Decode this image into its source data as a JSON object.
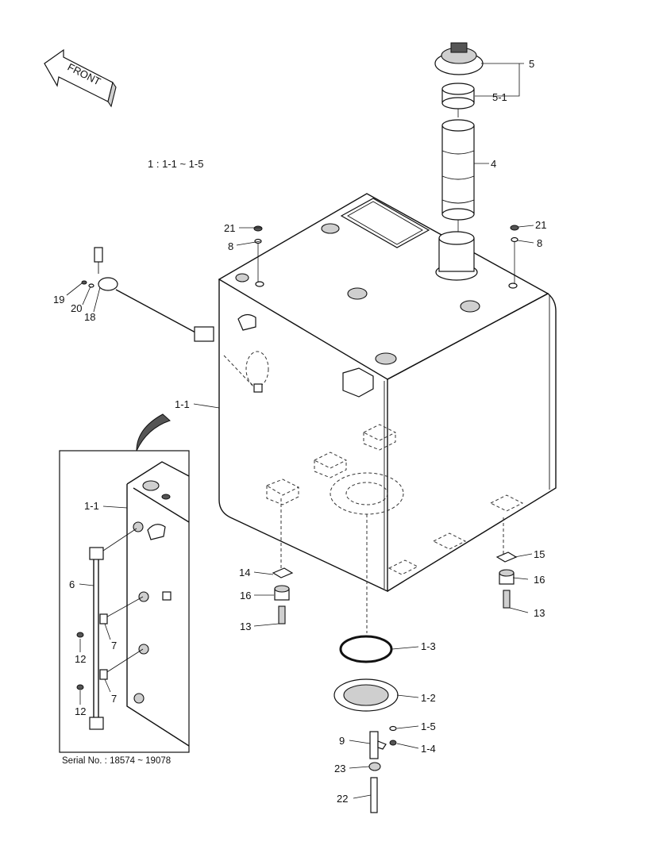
{
  "front_arrow": {
    "label": "FRONT"
  },
  "range_note": "1 : 1-1 ~ 1-5",
  "serial_note": "Serial No. : 18574 ~ 19078",
  "callouts": [
    {
      "id": "c-5",
      "text": "5"
    },
    {
      "id": "c-5-1",
      "text": "5-1"
    },
    {
      "id": "c-4",
      "text": "4"
    },
    {
      "id": "c-21-left",
      "text": "21"
    },
    {
      "id": "c-8-left",
      "text": "8"
    },
    {
      "id": "c-21-right",
      "text": "21"
    },
    {
      "id": "c-8-right",
      "text": "8"
    },
    {
      "id": "c-19",
      "text": "19"
    },
    {
      "id": "c-20",
      "text": "20"
    },
    {
      "id": "c-18",
      "text": "18"
    },
    {
      "id": "c-1-1-main",
      "text": "1-1"
    },
    {
      "id": "c-1-1-inset",
      "text": "1-1"
    },
    {
      "id": "c-6",
      "text": "6"
    },
    {
      "id": "c-7-upper",
      "text": "7"
    },
    {
      "id": "c-12-upper",
      "text": "12"
    },
    {
      "id": "c-7-lower",
      "text": "7"
    },
    {
      "id": "c-12-lower",
      "text": "12"
    },
    {
      "id": "c-14",
      "text": "14"
    },
    {
      "id": "c-16-left",
      "text": "16"
    },
    {
      "id": "c-13-left",
      "text": "13"
    },
    {
      "id": "c-15",
      "text": "15"
    },
    {
      "id": "c-16-right",
      "text": "16"
    },
    {
      "id": "c-13-right",
      "text": "13"
    },
    {
      "id": "c-1-3",
      "text": "1-3"
    },
    {
      "id": "c-1-2",
      "text": "1-2"
    },
    {
      "id": "c-1-5",
      "text": "1-5"
    },
    {
      "id": "c-9",
      "text": "9"
    },
    {
      "id": "c-1-4",
      "text": "1-4"
    },
    {
      "id": "c-23",
      "text": "23"
    },
    {
      "id": "c-22",
      "text": "22"
    }
  ]
}
